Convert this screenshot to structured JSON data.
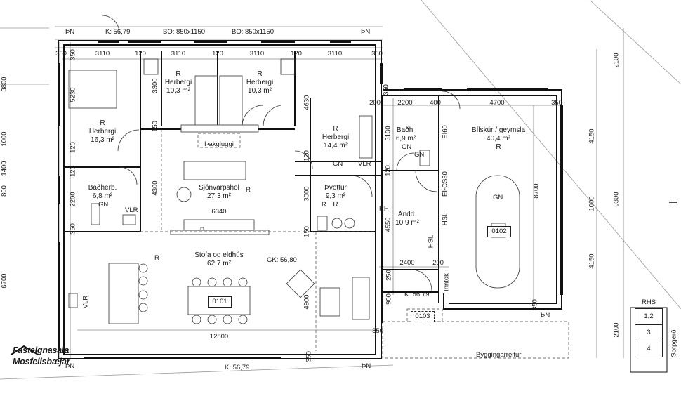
{
  "drawing": {
    "top_markers": [
      "ÞN",
      "ÞN"
    ],
    "side_markers": [
      "ÞN",
      "ÞN",
      "ÞN"
    ],
    "bo_windows": [
      "BO: 850x1150",
      "BO: 850x1150"
    ],
    "k_levels": {
      "top": "K: 56,79",
      "entry": "K: 56,79",
      "bottom": "K: 56,79"
    },
    "gk_level": "GK: 56,80",
    "top_dims": [
      "350",
      "3110",
      "120",
      "3110",
      "120",
      "3110",
      "120",
      "3110",
      "350"
    ],
    "left_dims": [
      "350",
      "5230",
      "120",
      "2200",
      "350"
    ],
    "misc_dims": {
      "d3300": "3300",
      "d150a": "150",
      "d4300": "4300",
      "d6340": "6340",
      "d4630": "4630",
      "d120a": "120",
      "d3000": "3000",
      "d150b": "150",
      "d4900": "4900",
      "d12800": "12800",
      "d350a": "350",
      "d350b": "350",
      "d350c": "350",
      "d200a": "200",
      "d2200": "2200",
      "d400": "400",
      "d4700": "4700",
      "d350d": "350",
      "d3130": "3130",
      "d120b": "120",
      "d4550": "4550",
      "d8700": "8700",
      "d2400": "2400",
      "d200b": "200",
      "d250": "250",
      "d900": "900",
      "d350e": "350",
      "d120c": "120"
    },
    "far_right_dims": [
      "2100",
      "4150",
      "1000",
      "4150",
      "2100",
      "9300"
    ],
    "far_left_dims": [
      "3800",
      "1000",
      "1400",
      "800",
      "6700"
    ]
  },
  "rooms": [
    {
      "r": "R",
      "name": "Herbergi",
      "area": "10,3 m²"
    },
    {
      "r": "R",
      "name": "Herbergi",
      "area": "10,3 m²"
    },
    {
      "r": "R",
      "name": "Herbergi",
      "area": "16,3 m²"
    },
    {
      "r": "R",
      "name": "Herbergi",
      "area": "14,4 m²"
    },
    {
      "r": "",
      "name": "Baðherb.",
      "area": "6,8 m²"
    },
    {
      "r": "R",
      "name": "Sjónvarpshol",
      "area": "27,3 m²"
    },
    {
      "r": "R",
      "name": "Þvottur",
      "area": "9,3 m²"
    },
    {
      "r": "R",
      "name": "Stofa og eldhús",
      "area": "62,7 m²"
    },
    {
      "r": "",
      "name": "Baðh.",
      "area": "6,9 m²"
    },
    {
      "r": "R",
      "name": "Bílskúr / geymsla",
      "area": "40,4 m²"
    },
    {
      "r": "",
      "name": "Andd.",
      "area": "10,9 m²"
    }
  ],
  "labels": {
    "skylight": "Þakgluggi",
    "gn": [
      "GN",
      "GN",
      "GN",
      "GN",
      "GN"
    ],
    "vlr": [
      "VLR",
      "VLR",
      "VLR"
    ],
    "rh": "RH",
    "r_extra": "R",
    "ei60": "EI60",
    "eics30": "EI-CS30",
    "hsl": [
      "HSL",
      "HSL"
    ],
    "inntok": "Inntök",
    "byggingarreitur": "Byggingarreitur",
    "sorpgerdi": "Sorpgerði",
    "unit_ids": [
      "0101",
      "0102",
      "0103"
    ]
  },
  "rhs": {
    "header": "RHS",
    "cells": [
      "1,2",
      "3",
      "4"
    ]
  },
  "logo": {
    "line1": "Fasteignasala",
    "line2": "Mosfellsbæjar"
  }
}
